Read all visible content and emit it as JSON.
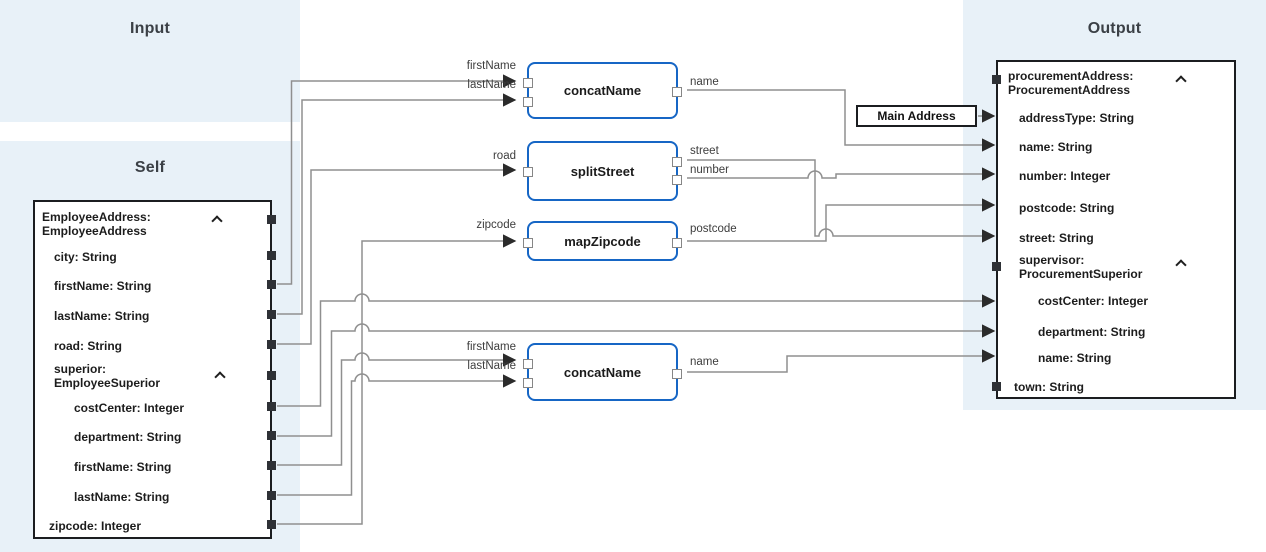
{
  "panels": {
    "input": {
      "title": "Input"
    },
    "self": {
      "title": "Self"
    },
    "output": {
      "title": "Output"
    }
  },
  "self_tree": {
    "nodes": [
      {
        "label": "EmployeeAddress:",
        "label2": "EmployeeAddress",
        "collapsible": true
      },
      {
        "label": "city: String"
      },
      {
        "label": "firstName: String"
      },
      {
        "label": "lastName: String"
      },
      {
        "label": "road: String"
      },
      {
        "label": "superior:",
        "label2": "EmployeeSuperior",
        "collapsible": true
      },
      {
        "label": "costCenter: Integer"
      },
      {
        "label": "department: String"
      },
      {
        "label": "firstName: String"
      },
      {
        "label": "lastName: String"
      },
      {
        "label": "zipcode: Integer"
      }
    ]
  },
  "output_tree": {
    "nodes": [
      {
        "label": "procurementAddress:",
        "label2": "ProcurementAddress",
        "collapsible": true
      },
      {
        "label": "addressType: String"
      },
      {
        "label": "name: String"
      },
      {
        "label": "number: Integer"
      },
      {
        "label": "postcode: String"
      },
      {
        "label": "street: String"
      },
      {
        "label": "supervisor:",
        "label2": "ProcurementSuperior",
        "collapsible": true
      },
      {
        "label": "costCenter: Integer"
      },
      {
        "label": "department: String"
      },
      {
        "label": "name: String"
      },
      {
        "label": "town: String"
      }
    ]
  },
  "functions": [
    {
      "name": "concatName",
      "inputs": [
        "firstName",
        "lastName"
      ],
      "outputs": [
        "name"
      ]
    },
    {
      "name": "splitStreet",
      "inputs": [
        "road"
      ],
      "outputs": [
        "street",
        "number"
      ]
    },
    {
      "name": "mapZipcode",
      "inputs": [
        "zipcode"
      ],
      "outputs": [
        "postcode"
      ]
    },
    {
      "name": "concatName",
      "inputs": [
        "firstName",
        "lastName"
      ],
      "outputs": [
        "name"
      ]
    }
  ],
  "annotations": {
    "main_address_label": "Main Address"
  },
  "connections": [
    {
      "from": "Self.EmployeeAddress.firstName",
      "to": "concatName#1.firstName"
    },
    {
      "from": "Self.EmployeeAddress.lastName",
      "to": "concatName#1.lastName"
    },
    {
      "from": "Self.EmployeeAddress.road",
      "to": "splitStreet.road"
    },
    {
      "from": "Self.EmployeeAddress.zipcode",
      "to": "mapZipcode.zipcode"
    },
    {
      "from": "Self.EmployeeAddress.superior.costCenter",
      "to": "Output.procurementAddress.supervisor.costCenter"
    },
    {
      "from": "Self.EmployeeAddress.superior.department",
      "to": "Output.procurementAddress.supervisor.department"
    },
    {
      "from": "Self.EmployeeAddress.superior.firstName",
      "to": "concatName#2.firstName"
    },
    {
      "from": "Self.EmployeeAddress.superior.lastName",
      "to": "concatName#2.lastName"
    },
    {
      "from": "concatName#1.name",
      "to": "Output.procurementAddress.name"
    },
    {
      "from": "splitStreet.street",
      "to": "Output.procurementAddress.street"
    },
    {
      "from": "splitStreet.number",
      "to": "Output.procurementAddress.number"
    },
    {
      "from": "mapZipcode.postcode",
      "to": "Output.procurementAddress.postcode"
    },
    {
      "from": "concatName#2.name",
      "to": "Output.procurementAddress.supervisor.name"
    },
    {
      "from": "Main Address",
      "to": "Output.procurementAddress.addressType"
    }
  ],
  "colors": {
    "panel_bg": "#e8f1f8",
    "function_border": "#1666c5",
    "line": "#8f8f8f",
    "arrowhead": "#2b2b2b",
    "tree_border": "#1b1d20"
  }
}
